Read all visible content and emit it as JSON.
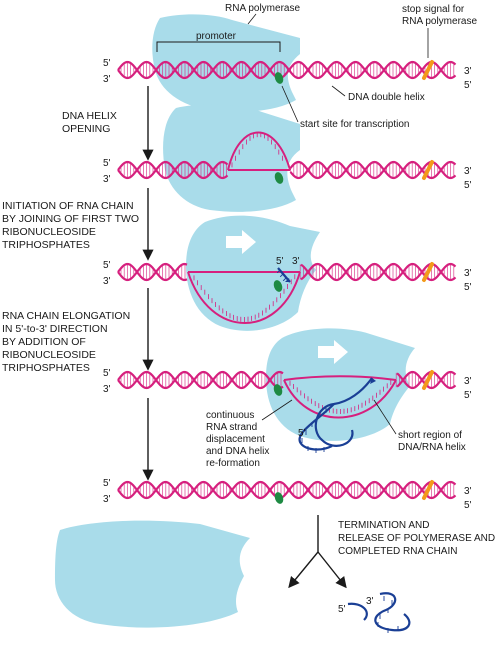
{
  "labels": {
    "rna_polymerase": "RNA polymerase",
    "promoter": "promoter",
    "stop_signal": [
      "stop signal for",
      "RNA polymerase"
    ],
    "dna_double_helix": "DNA double helix",
    "start_site": "start site for transcription",
    "continuous_displacement": [
      "continuous",
      "RNA strand",
      "displacement",
      "and DNA helix",
      "re-formation"
    ],
    "short_region": [
      "short region of",
      "DNA/RNA helix"
    ]
  },
  "steps": [
    {
      "text": [
        "DNA HELIX",
        "OPENING"
      ]
    },
    {
      "text": [
        "INITIATION OF RNA CHAIN",
        "BY JOINING OF FIRST TWO",
        "RIBONUCLEOSIDE",
        "TRIPHOSPHATES"
      ]
    },
    {
      "text": [
        "RNA CHAIN ELONGATION",
        "IN 5'-to-3' DIRECTION",
        "BY ADDITION OF",
        "RIBONUCLEOSIDE",
        "TRIPHOSPHATES"
      ]
    },
    {
      "text": [
        "TERMINATION AND",
        "RELEASE OF POLYMERASE AND",
        "COMPLETED RNA CHAIN"
      ]
    }
  ],
  "strand_ends": {
    "five": "5'",
    "three": "3'"
  },
  "colors": {
    "dna": "#d6207e",
    "polymerase": "#a9dcea",
    "rna": "#1a3f95",
    "stop_signal": "#f39a1b",
    "start_site": "#1e8a43",
    "arrow": "#ffffff"
  }
}
